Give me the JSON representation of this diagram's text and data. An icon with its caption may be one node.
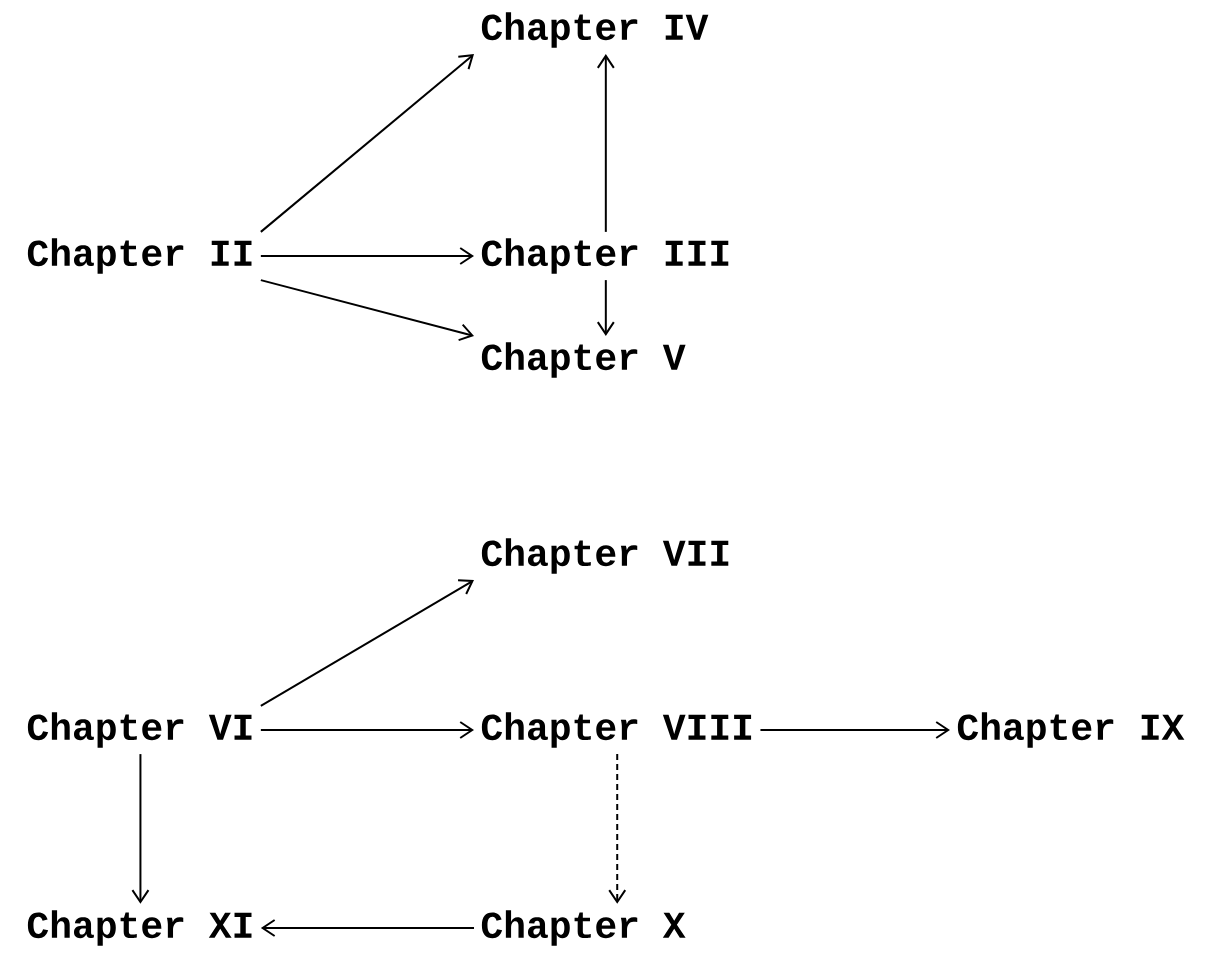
{
  "diagram": {
    "nodes": [
      {
        "text": [
          "Chapter IV"
        ]
      },
      {
        "text": [
          "Chapter II"
        ]
      },
      {
        "text": [
          "Chapter III"
        ]
      },
      {
        "text": [
          "Chapter V"
        ]
      },
      {
        "text": [
          "Chapter VII"
        ]
      },
      {
        "text": [
          "Chapter VI"
        ]
      },
      {
        "text": [
          "Chapter VIII"
        ]
      },
      {
        "text": [
          "Chapter IX"
        ]
      },
      {
        "text": [
          "Chapter XI"
        ]
      },
      {
        "text": [
          "Chapter X"
        ]
      }
    ],
    "edges": [
      {
        "from": 1,
        "to": 0,
        "arrow": "to"
      },
      {
        "from": 1,
        "to": 2,
        "arrow": "to"
      },
      {
        "from": 1,
        "to": 3,
        "arrow": "to"
      },
      {
        "from": 2,
        "to": 0,
        "arrow": "to"
      },
      {
        "from": 2,
        "to": 3,
        "arrow": "to"
      },
      {
        "from": 5,
        "to": 4,
        "arrow": "to"
      },
      {
        "from": 5,
        "to": 6,
        "arrow": "to"
      },
      {
        "from": 6,
        "to": 7,
        "arrow": "to"
      },
      {
        "from": 6,
        "to": 9,
        "arrow": "to",
        "style": "dashed"
      },
      {
        "from": 5,
        "to": 8,
        "arrow": "to"
      },
      {
        "from": 9,
        "to": 8,
        "arrow": "to"
      }
    ]
  }
}
